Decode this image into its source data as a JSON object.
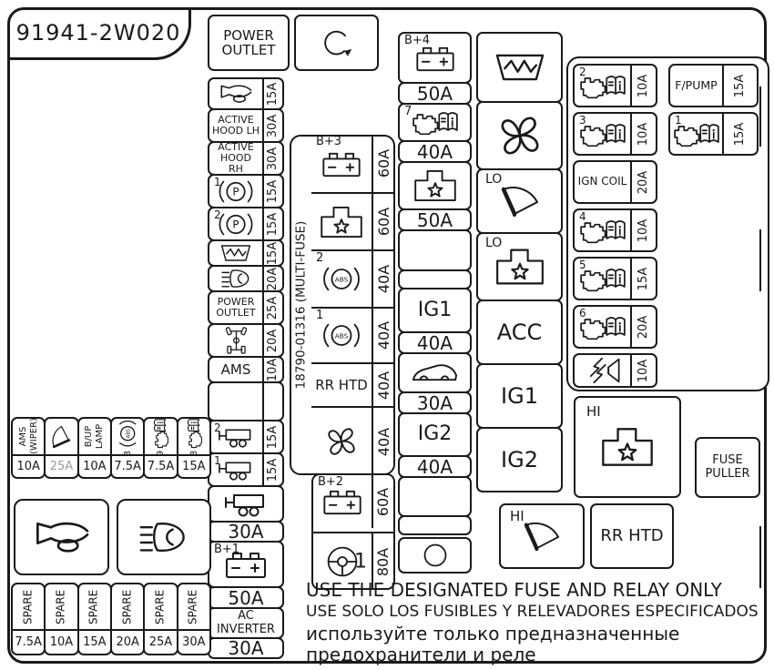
{
  "part_number": "91941-2W020",
  "colors": {
    "line": "#1a1a1a",
    "muted_amp": "#9b9b9b",
    "bg": "#ffffff"
  },
  "top": {
    "power_outlet_label": "POWER OUTLET",
    "rotate_icon": "rotate-arrow"
  },
  "left_column": {
    "rows": [
      {
        "icon": "horn",
        "amp": "15A"
      },
      {
        "label": "ACTIVE HOOD LH",
        "amp": "30A"
      },
      {
        "label": "ACTIVE HOOD RH",
        "amp": "30A"
      },
      {
        "corner": "1",
        "icon": "parking-brake",
        "amp": "15A"
      },
      {
        "corner": "2",
        "icon": "parking-brake",
        "amp": "15A"
      },
      {
        "icon": "defrost",
        "amp": "15A"
      },
      {
        "icon": "headlight",
        "amp": "20A"
      },
      {
        "label": "POWER OUTLET",
        "amp": "25A"
      },
      {
        "icon": "awd",
        "amp": "20A"
      },
      {
        "label": "AMS",
        "amp": "10A"
      },
      {
        "amp": ""
      },
      {
        "corner": "2",
        "icon": "trailer",
        "amp": "15A"
      },
      {
        "corner": "1",
        "icon": "trailer",
        "amp": "15A"
      }
    ],
    "bottom": [
      {
        "icon": "trailer",
        "amp": "30A"
      },
      {
        "corner": "B+1",
        "icon": "battery",
        "amp": "50A"
      },
      {
        "label": "AC INVERTER",
        "amp": "30A"
      }
    ]
  },
  "multi_fuse": {
    "side_label": "18790-01316  (MULTI-FUSE)",
    "rows": [
      {
        "corner": "B+3",
        "icon": "battery",
        "amp": "60A"
      },
      {
        "icon": "relay",
        "amp": "60A"
      },
      {
        "corner": "2",
        "icon": "abs",
        "amp": "40A"
      },
      {
        "corner": "1",
        "icon": "abs",
        "amp": "40A"
      },
      {
        "label": "RR HTD",
        "amp": "40A"
      },
      {
        "icon": "fan",
        "amp": "40A"
      }
    ],
    "below_rows": [
      {
        "corner": "B+2",
        "icon": "battery",
        "amp": "60A"
      },
      {
        "icon": "steering",
        "corner_right": "1",
        "amp": "80A"
      }
    ]
  },
  "b4_column": [
    {
      "corner": "B+4",
      "icon": "battery",
      "amp": "50A"
    },
    {
      "corner": "7",
      "icon": "engine-book",
      "amp": "40A"
    },
    {
      "icon": "relay",
      "amp": "50A"
    },
    {
      "amp": ""
    },
    {
      "label": "IG1",
      "amp": "40A"
    },
    {
      "icon": "liftgate",
      "amp": "30A"
    },
    {
      "label": "IG2",
      "amp": "40A"
    },
    {
      "amp": ""
    },
    {
      "icon": "circle"
    }
  ],
  "relay_column": [
    {
      "icon": "defrost"
    },
    {
      "icon": "fan"
    },
    {
      "corner": "LO",
      "icon": "wiper"
    },
    {
      "corner": "LO",
      "icon": "relay"
    },
    {
      "label": "ACC"
    },
    {
      "label": "IG1"
    },
    {
      "label": "IG2"
    }
  ],
  "right_panel": {
    "left_rows": [
      {
        "corner": "2",
        "icon": "engine-book",
        "amp": "10A"
      },
      {
        "corner": "3",
        "icon": "engine-book",
        "amp": "10A"
      },
      {
        "label": "IGN COIL",
        "amp": "20A"
      },
      {
        "corner": "4",
        "icon": "engine-book",
        "amp": "10A"
      },
      {
        "corner": "5",
        "icon": "engine-book",
        "amp": "15A"
      },
      {
        "corner": "6",
        "icon": "engine-book",
        "amp": "20A"
      },
      {
        "icon": "headlamp-washer",
        "amp": "10A"
      }
    ],
    "right_rows": [
      {
        "label": "F/PUMP",
        "amp": "15A"
      },
      {
        "corner": "1",
        "icon": "engine-book",
        "amp": "15A"
      }
    ]
  },
  "bottom_right": {
    "hi_relay": {
      "corner": "HI",
      "icon": "relay"
    },
    "fuse_puller_label": "FUSE PULLER",
    "hi_wiper": {
      "corner": "HI",
      "icon": "wiper"
    },
    "rr_htd_label": "RR HTD"
  },
  "bottom_left": {
    "fuse_row": [
      {
        "label": "AMS (WIPER)",
        "amp": "10A"
      },
      {
        "icon": "wiper",
        "amp": "25A",
        "muted": true
      },
      {
        "label": "B/UP LAMP",
        "amp": "10A"
      },
      {
        "corner": "3",
        "icon": "abs",
        "amp": "7.5A"
      },
      {
        "corner": "9",
        "icon": "engine-book",
        "amp": "7.5A"
      },
      {
        "corner": "8",
        "icon": "engine-book",
        "amp": "15A"
      }
    ],
    "horn_icon": "horn",
    "foglight_icon": "headlight",
    "spare_row": [
      {
        "label": "SPARE",
        "amp": "7.5A"
      },
      {
        "label": "SPARE",
        "amp": "10A"
      },
      {
        "label": "SPARE",
        "amp": "15A"
      },
      {
        "label": "SPARE",
        "amp": "20A"
      },
      {
        "label": "SPARE",
        "amp": "25A"
      },
      {
        "label": "SPARE",
        "amp": "30A"
      }
    ]
  },
  "warnings": [
    "USE THE DESIGNATED FUSE AND RELAY ONLY",
    "USE SOLO LOS FUSIBLES Y RELEVADORES ESPECIFICADOS",
    "используйте только предназначенные",
    "предохранители и реле"
  ]
}
